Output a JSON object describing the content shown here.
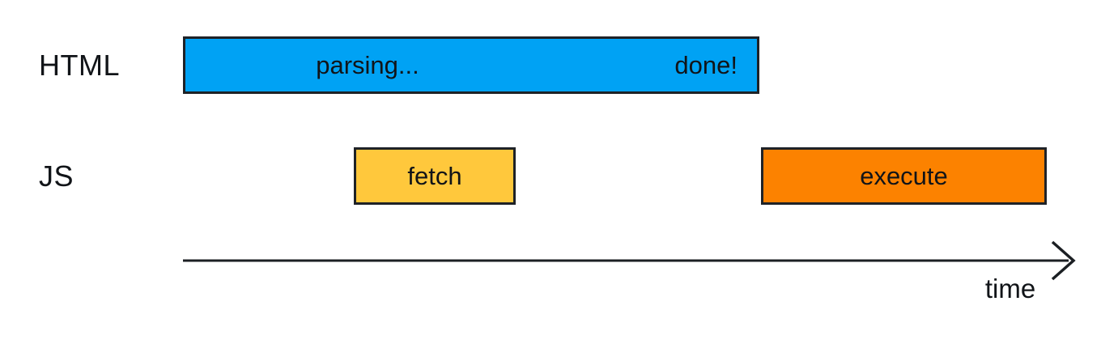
{
  "rows": {
    "html": {
      "label": "HTML",
      "bar": {
        "status_text": "parsing...",
        "end_text": "done!",
        "fill": "#00A2F4"
      }
    },
    "js": {
      "label": "JS",
      "fetch": {
        "text": "fetch",
        "fill": "#FFC83C"
      },
      "execute": {
        "text": "execute",
        "fill": "#FC8200"
      }
    }
  },
  "axis": {
    "label": "time"
  },
  "colors": {
    "bar_border": "#1E2227",
    "text": "#111418",
    "background": "#FFFFFF"
  }
}
